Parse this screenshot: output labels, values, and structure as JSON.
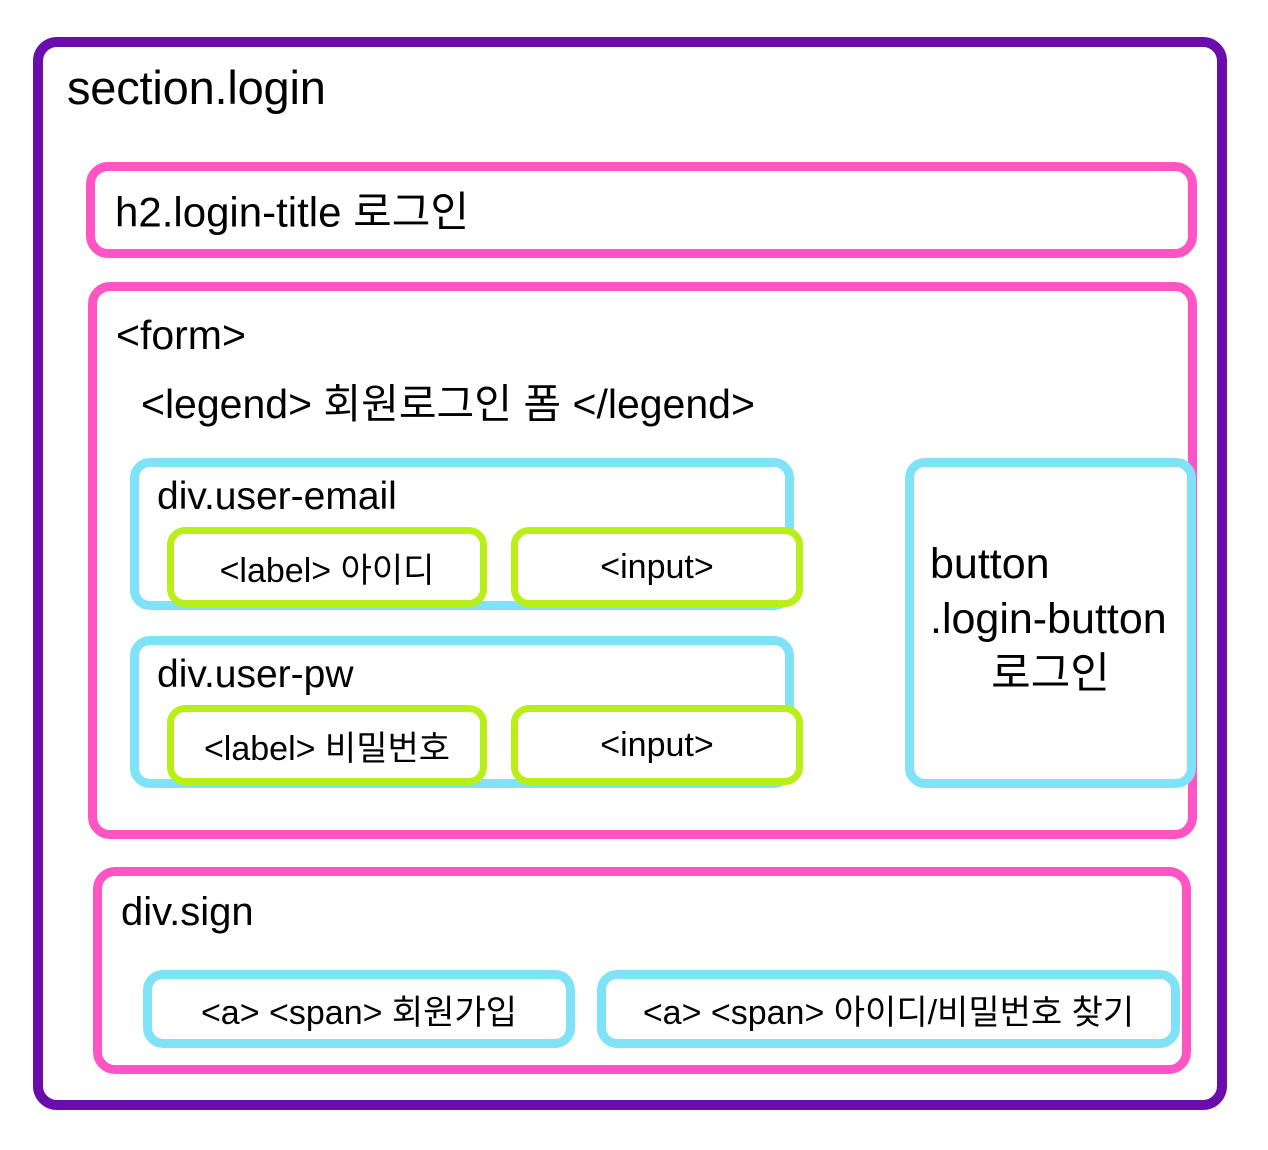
{
  "diagram": {
    "type": "html-structure-wireframe",
    "section": {
      "label": "section.login",
      "border_color": "#6A0DAD"
    },
    "title_block": {
      "label": "h2.login-title 로그인",
      "border_color": "#FF55C4"
    },
    "form_block": {
      "border_color": "#FF55C4",
      "line1": "<form>",
      "line2": "<legend> 회원로그인 폼 </legend>",
      "fields": [
        {
          "title": "div.user-email",
          "border_color": "#80E2F7",
          "label_box": "<label> 아이디",
          "input_box": "<input>",
          "inner_border_color": "#B9EE17"
        },
        {
          "title": "div.user-pw",
          "border_color": "#80E2F7",
          "label_box": "<label> 비밀번호",
          "input_box": "<input>",
          "inner_border_color": "#B9EE17"
        }
      ],
      "button": {
        "border_color": "#80E2F7",
        "line1": "button",
        "line2": ".login-button",
        "line3": "로그인"
      }
    },
    "sign_block": {
      "title": "div.sign",
      "border_color": "#FF55C4",
      "links": [
        {
          "label": "<a> <span> 회원가입",
          "border_color": "#80E2F7"
        },
        {
          "label": "<a> <span> 아이디/비밀번호 찾기",
          "border_color": "#80E2F7"
        }
      ]
    }
  }
}
